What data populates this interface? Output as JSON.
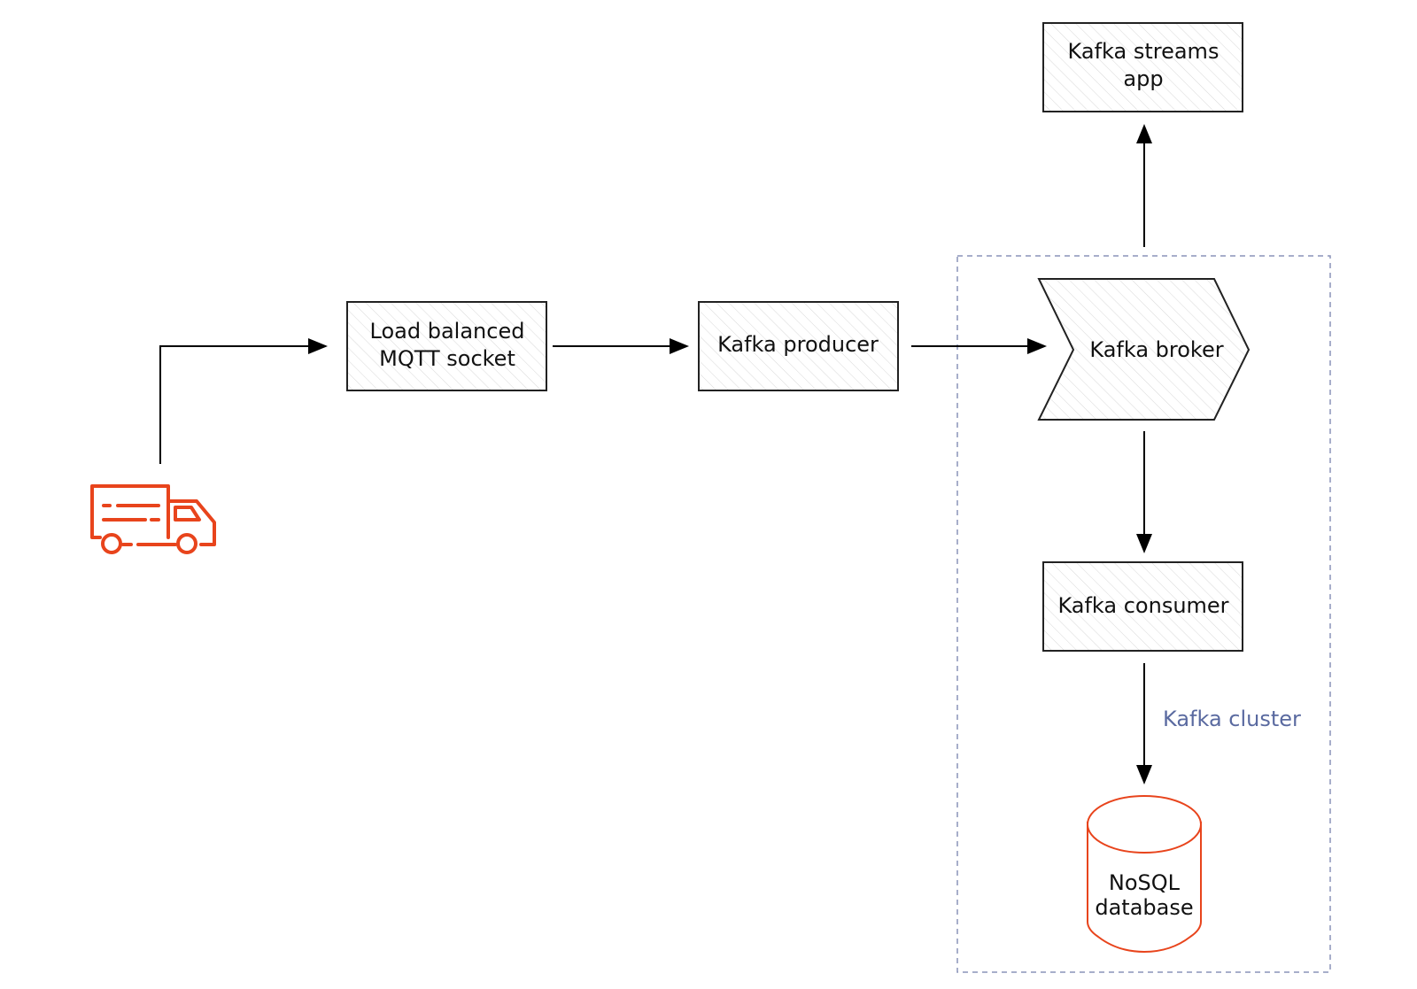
{
  "diagram": {
    "title": "MQTT to Kafka data pipeline",
    "colors": {
      "accent": "#e8441c",
      "cluster": "#5a6aa0",
      "stroke": "#222222"
    },
    "nodes": {
      "truck": {
        "icon": "truck-icon"
      },
      "mqtt": {
        "line1": "Load balanced",
        "line2": "MQTT socket"
      },
      "producer": {
        "label": "Kafka producer"
      },
      "broker": {
        "label": "Kafka broker"
      },
      "streams": {
        "line1": "Kafka streams",
        "line2": "app"
      },
      "consumer": {
        "label": "Kafka consumer"
      },
      "database": {
        "line1": "NoSQL",
        "line2": "database",
        "icon": "database-icon"
      }
    },
    "groups": {
      "cluster": {
        "label": "Kafka cluster"
      }
    },
    "edges": [
      {
        "from": "truck",
        "to": "mqtt"
      },
      {
        "from": "mqtt",
        "to": "producer"
      },
      {
        "from": "producer",
        "to": "broker"
      },
      {
        "from": "broker",
        "to": "streams"
      },
      {
        "from": "broker",
        "to": "consumer"
      },
      {
        "from": "consumer",
        "to": "database"
      }
    ]
  }
}
